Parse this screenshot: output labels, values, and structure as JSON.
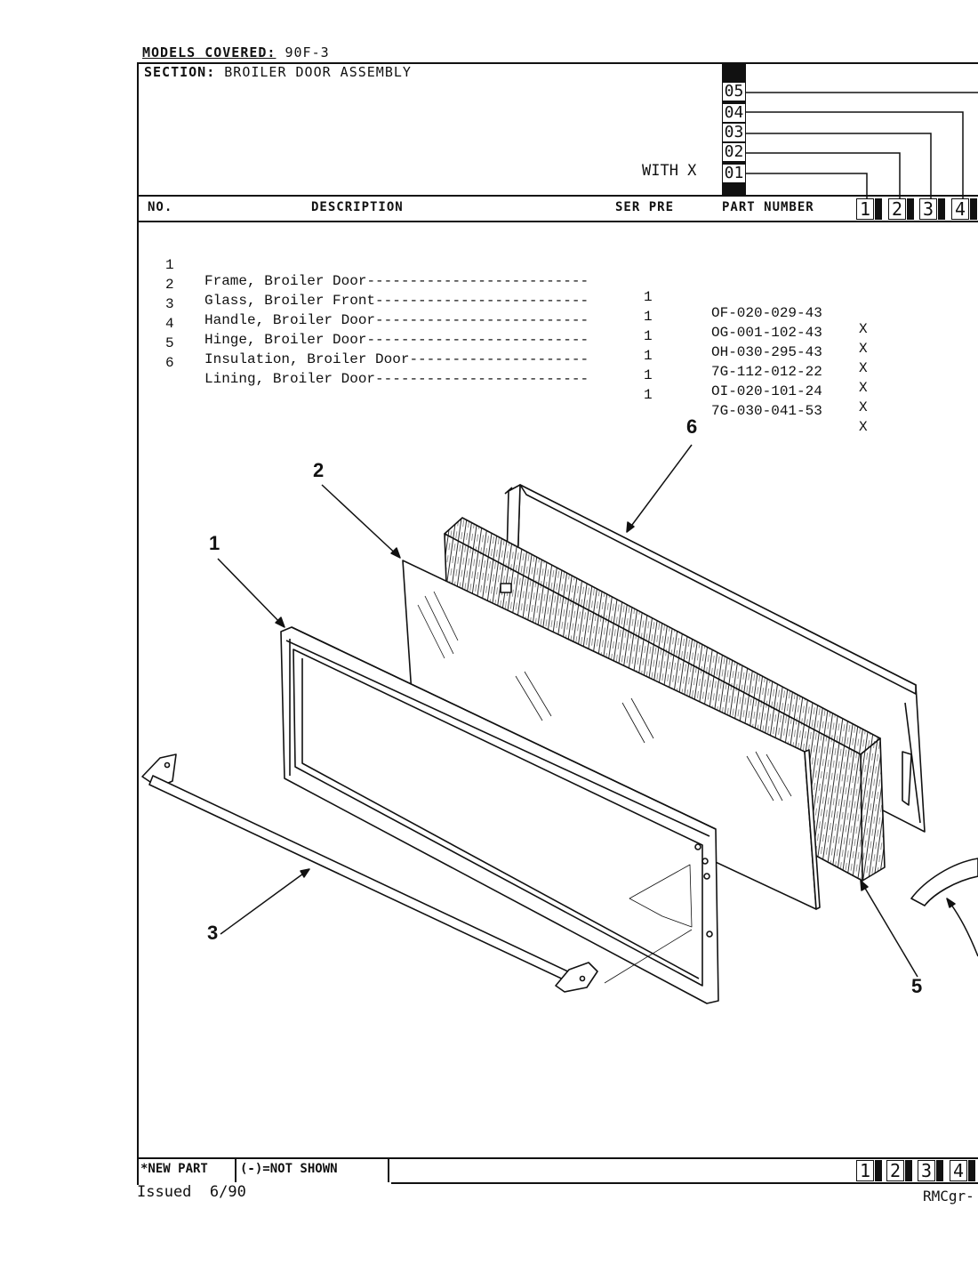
{
  "header": {
    "models_covered_label": "MODELS COVERED:",
    "models_covered_value": "90F-3",
    "section_label": "SECTION:",
    "section_value": "BROILER DOOR ASSEMBLY",
    "with_x": "WITH X",
    "codes": [
      "05",
      "04",
      "03",
      "02",
      "01"
    ]
  },
  "columns": {
    "no": "NO.",
    "description": "DESCRIPTION",
    "ser_pre": "SER PRE",
    "part_number": "PART NUMBER",
    "model_cols": [
      "1",
      "2",
      "3",
      "4"
    ]
  },
  "parts": [
    {
      "no": "1",
      "desc": "Frame, Broiler Door",
      "dash": "--------------------------",
      "qty": "1",
      "part": "OF-020-029-43",
      "mark": "X"
    },
    {
      "no": "2",
      "desc": "Glass, Broiler Front",
      "dash": "-------------------------",
      "qty": "1",
      "part": "OG-001-102-43",
      "mark": "X"
    },
    {
      "no": "3",
      "desc": "Handle, Broiler Door",
      "dash": "-------------------------",
      "qty": "1",
      "part": "OH-030-295-43",
      "mark": "X"
    },
    {
      "no": "4",
      "desc": "Hinge, Broiler Door",
      "dash": "--------------------------",
      "qty": "1",
      "part": "7G-112-012-22",
      "mark": "X"
    },
    {
      "no": "5",
      "desc": "Insulation, Broiler Door",
      "dash": "---------------------",
      "qty": "1",
      "part": "OI-020-101-24",
      "mark": "X"
    },
    {
      "no": "6",
      "desc": "Lining, Broiler Door",
      "dash": "-------------------------",
      "qty": "1",
      "part": "7G-030-041-53",
      "mark": "X"
    }
  ],
  "callouts": [
    "1",
    "2",
    "3",
    "5",
    "6"
  ],
  "footer": {
    "new_part": "*NEW PART",
    "not_shown": "(-)=NOT SHOWN",
    "model_cols": [
      "1",
      "2",
      "3",
      "4"
    ],
    "issued": "Issued  6/90",
    "doc_code": "RMCgr-"
  }
}
